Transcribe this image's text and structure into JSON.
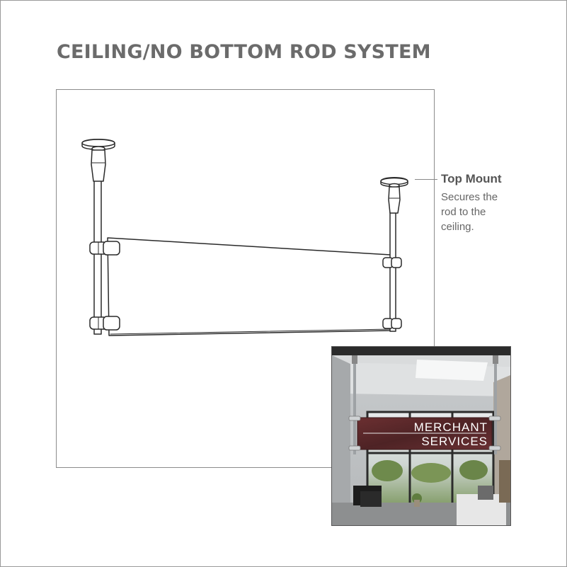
{
  "title": "CEILING/NO BOTTOM ROD SYSTEM",
  "callout": {
    "title": "Top Mount",
    "description": "Secures the rod to the ceiling."
  },
  "photo": {
    "sign_line1": "MERCHANT",
    "sign_line2": "SERVICES"
  },
  "colors": {
    "title": "#6b6b6b",
    "callout_text": "#666666",
    "sign_panel": "#5a2a2c",
    "ceiling": "#2b2b2b"
  }
}
